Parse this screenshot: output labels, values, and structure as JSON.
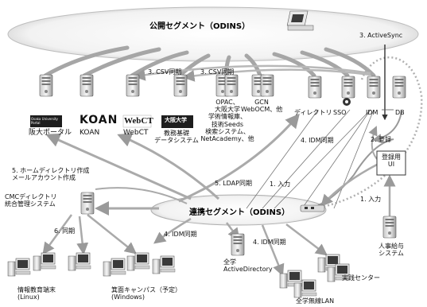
{
  "segments": {
    "public": "公開セグメント（ODINS）",
    "internal": "連携セグメント（ODINS）"
  },
  "labels": {
    "activesync": "3. ActiveSync",
    "csv1": "3. CSV同期",
    "csv2": "3. CSV同期",
    "idm_sync_top": "4. IDM同期",
    "register": "2. 登録",
    "input1": "1. 入力",
    "input2": "1. 入力",
    "ldap": "5. LDAP同期",
    "home_dir": "5. ホームディレクトリ作成\nメールアカウント作成",
    "cmc": "CMCディレクトリ\n統合管理システム",
    "sync6": "6. 同期",
    "idm_sync_left": "4. IDM同期",
    "idm_sync_bottom": "4. IDM同期"
  },
  "systems": {
    "portal": "阪大ポータル",
    "koan": "KOAN",
    "webct": "WebCT",
    "kyomu": "教務基礎\nデータシステム",
    "opac": "OPAC、\n大阪大学\n学術情報庫、\n技術Seeds\n検索システム、\nNetAcademy、他",
    "gcn": "GCN\nWebOCM、他",
    "directory": "ディレクトリ",
    "sso": "SSO",
    "idm": "IDM",
    "db": "DB",
    "reg_ui": "登録用\nUI",
    "hr": "人事給与\nシステム",
    "ad": "全学\nActiveDirectory",
    "jissen": "実践センター",
    "wlan": "全学無線LAN",
    "linux": "情報教育端末\n(Linux)",
    "minoh": "箕面キャンパス（予定）\n(Windows)"
  },
  "logos": {
    "portal": "Osaka University Portal",
    "koan": "KOAN",
    "webct": "WebCT",
    "kyomu": "大阪大学"
  }
}
